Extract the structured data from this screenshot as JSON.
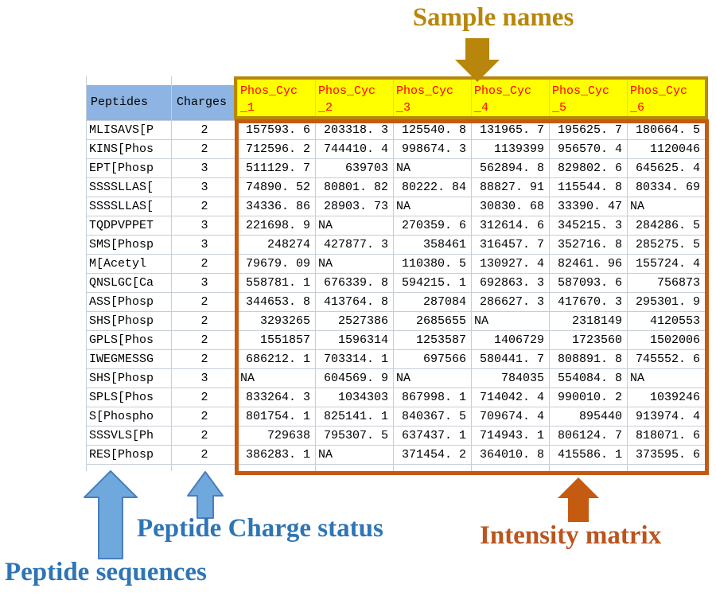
{
  "figure": {
    "annotations": {
      "sample_names": "Sample names",
      "peptide_sequences": "Peptide sequences",
      "peptide_charge_status": "Peptide Charge status",
      "intensity_matrix": "Intensity matrix"
    },
    "icons": {
      "sample_names_arrow": "down-block-arrow",
      "peptide_sequences_arrow": "up-block-arrow",
      "peptide_charge_arrow": "up-block-arrow",
      "intensity_matrix_arrow": "up-block-arrow"
    }
  },
  "colors": {
    "gold": "#B8860B",
    "yellow": "#FFFF00",
    "red": "#FF0000",
    "header-blue": "#8DB4E2",
    "grid": "#C6CEDA",
    "blue-arrow": "#6FA8DC",
    "blue-arrow-stroke": "#4A7EBB",
    "blue-text": "#2E75B6",
    "orange": "#C55A11",
    "orange-text": "#BB541E"
  },
  "table": {
    "header": {
      "peptides": "Peptides",
      "charges": "Charges",
      "samples": [
        {
          "line1": "Phos_Cyc",
          "line2": "_1"
        },
        {
          "line1": "Phos_Cyc",
          "line2": "_2"
        },
        {
          "line1": "Phos_Cyc",
          "line2": "_3"
        },
        {
          "line1": "Phos_Cyc",
          "line2": "_4"
        },
        {
          "line1": "Phos_Cyc",
          "line2": "_5"
        },
        {
          "line1": "Phos_Cyc",
          "line2": "_6"
        }
      ]
    },
    "rows": [
      {
        "peptide": "MLISAVS[P",
        "charge": "2",
        "values": [
          "157593. 6",
          "203318. 3",
          "125540. 8",
          "131965. 7",
          "195625. 7",
          "180664. 5"
        ]
      },
      {
        "peptide": "KINS[Phos",
        "charge": "2",
        "values": [
          "712596. 2",
          "744410. 4",
          "998674. 3",
          "1139399",
          "956570. 4",
          "1120046"
        ]
      },
      {
        "peptide": "EPT[Phosp",
        "charge": "3",
        "values": [
          "511129. 7",
          "639703",
          "NA",
          "562894. 8",
          "829802. 6",
          "645625. 4"
        ]
      },
      {
        "peptide": "SSSSLLAS[",
        "charge": "3",
        "values": [
          "74890. 52",
          "80801. 82",
          "80222. 84",
          "88827. 91",
          "115544. 8",
          "80334. 69"
        ]
      },
      {
        "peptide": "SSSSLLAS[",
        "charge": "2",
        "values": [
          "34336. 86",
          "28903. 73",
          "NA",
          "30830. 68",
          "33390. 47",
          "NA"
        ]
      },
      {
        "peptide": "TQDPVPPET",
        "charge": "3",
        "values": [
          "221698. 9",
          "NA",
          "270359. 6",
          "312614. 6",
          "345215. 3",
          "284286. 5"
        ]
      },
      {
        "peptide": "SMS[Phosp",
        "charge": "3",
        "values": [
          "248274",
          "427877. 3",
          "358461",
          "316457. 7",
          "352716. 8",
          "285275. 5"
        ]
      },
      {
        "peptide": "M[Acetyl",
        "charge": "2",
        "values": [
          "79679. 09",
          "NA",
          "110380. 5",
          "130927. 4",
          "82461. 96",
          "155724. 4"
        ]
      },
      {
        "peptide": "QNSLGC[Ca",
        "charge": "3",
        "values": [
          "558781. 1",
          "676339. 8",
          "594215. 1",
          "692863. 3",
          "587093. 6",
          "756873"
        ]
      },
      {
        "peptide": "ASS[Phosp",
        "charge": "2",
        "values": [
          "344653. 8",
          "413764. 8",
          "287084",
          "286627. 3",
          "417670. 3",
          "295301. 9"
        ]
      },
      {
        "peptide": "SHS[Phosp",
        "charge": "2",
        "values": [
          "3293265",
          "2527386",
          "2685655",
          "NA",
          "2318149",
          "4120553"
        ]
      },
      {
        "peptide": "GPLS[Phos",
        "charge": "2",
        "values": [
          "1551857",
          "1596314",
          "1253587",
          "1406729",
          "1723560",
          "1502006"
        ]
      },
      {
        "peptide": "IWEGMESSG",
        "charge": "2",
        "values": [
          "686212. 1",
          "703314. 1",
          "697566",
          "580441. 7",
          "808891. 8",
          "745552. 6"
        ]
      },
      {
        "peptide": "SHS[Phosp",
        "charge": "3",
        "values": [
          "NA",
          "604569. 9",
          "NA",
          "784035",
          "554084. 8",
          "NA"
        ]
      },
      {
        "peptide": "SPLS[Phos",
        "charge": "2",
        "values": [
          "833264. 3",
          "1034303",
          "867998. 1",
          "714042. 4",
          "990010. 2",
          "1039246"
        ]
      },
      {
        "peptide": "S[Phospho",
        "charge": "2",
        "values": [
          "801754. 1",
          "825141. 1",
          "840367. 5",
          "709674. 4",
          "895440",
          "913974. 4"
        ]
      },
      {
        "peptide": "SSSVLS[Ph",
        "charge": "2",
        "values": [
          "729638",
          "795307. 5",
          "637437. 1",
          "714943. 1",
          "806124. 7",
          "818071. 6"
        ]
      },
      {
        "peptide": "RES[Phosp",
        "charge": "2",
        "values": [
          "386283. 1",
          "NA",
          "371454. 2",
          "364010. 8",
          "415586. 1",
          "373595. 6"
        ]
      }
    ]
  }
}
